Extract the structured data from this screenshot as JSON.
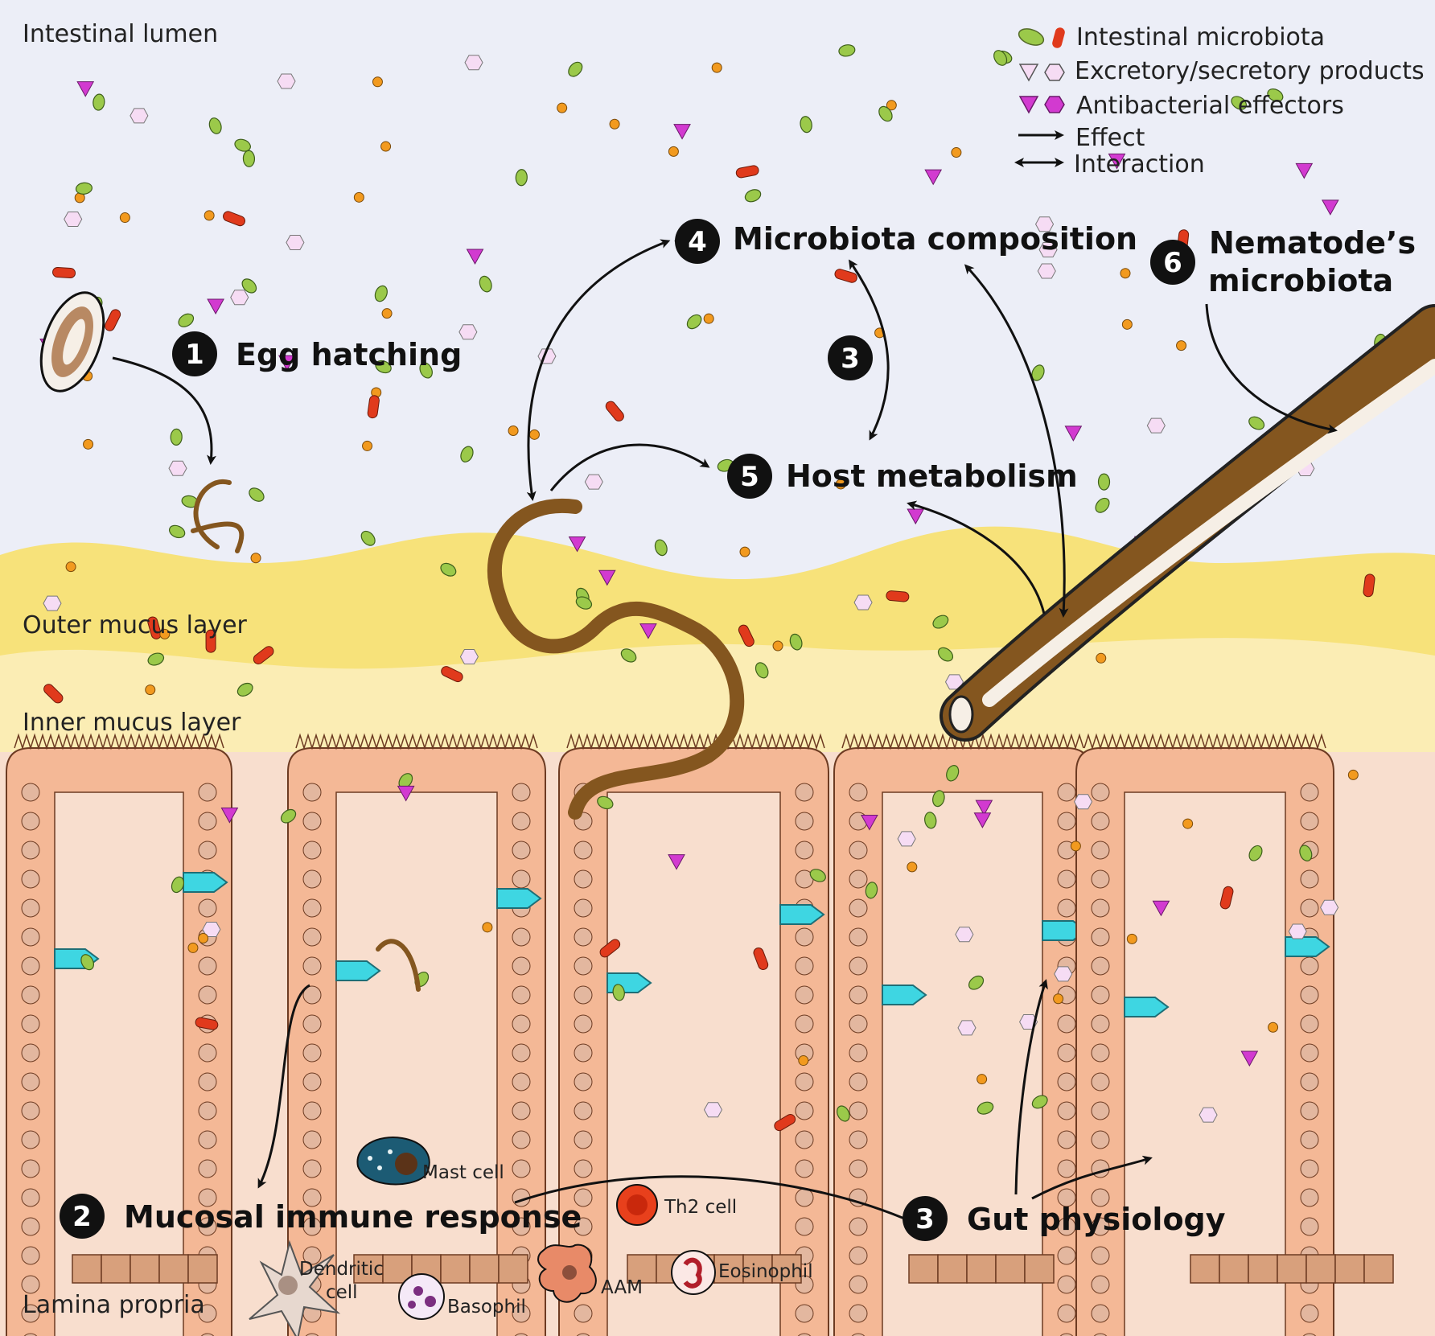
{
  "zones": {
    "lumen": "Intestinal lumen",
    "outer_mucus": "Outer mucus layer",
    "inner_mucus": "Inner mucus layer",
    "lamina": "Lamina propria"
  },
  "steps": {
    "egg_hatching": {
      "num": "1",
      "label": "Egg hatching"
    },
    "immune": {
      "num": "2",
      "label": "Mucosal immune response"
    },
    "metab_link": {
      "num": "3",
      "label": ""
    },
    "gut": {
      "num": "3",
      "label": "Gut physiology"
    },
    "microbiota": {
      "num": "4",
      "label": "Microbiota composition"
    },
    "host_metab": {
      "num": "5",
      "label": "Host metabolism"
    },
    "nematode_line1": {
      "num": "6",
      "label": "Nematode’s"
    },
    "nematode_line2": "microbiota"
  },
  "legend": {
    "microbiota": "Intestinal microbiota",
    "es_products": "Excretory/secretory products",
    "antibacterial": "Antibacterial effectors",
    "effect": "Effect",
    "interaction": "Interaction"
  },
  "cells": {
    "mast": "Mast cell",
    "th2": "Th2 cell",
    "dendritic_1": "Dendritic",
    "dendritic_2": "cell",
    "basophil": "Basophil",
    "aam": "AAM",
    "eosinophil": "Eosinophil"
  },
  "colors": {
    "lumen": "#eceef7",
    "outer_mucus": "#f7e27a",
    "inner_mucus": "#fbedb4",
    "lamina": "#f8dece",
    "epithelium": "#f4b896",
    "nucleus": "#e3b79f",
    "crypt_base": "#d8a07c",
    "worm": "#84561f",
    "goblet": "#3ed6e2",
    "bacteria_green": "#9bc94a",
    "bacteria_red": "#e03a1c",
    "bacteria_orange": "#f29a1f",
    "effector": "#d23ad0",
    "es_product": "#f6dcf4"
  }
}
